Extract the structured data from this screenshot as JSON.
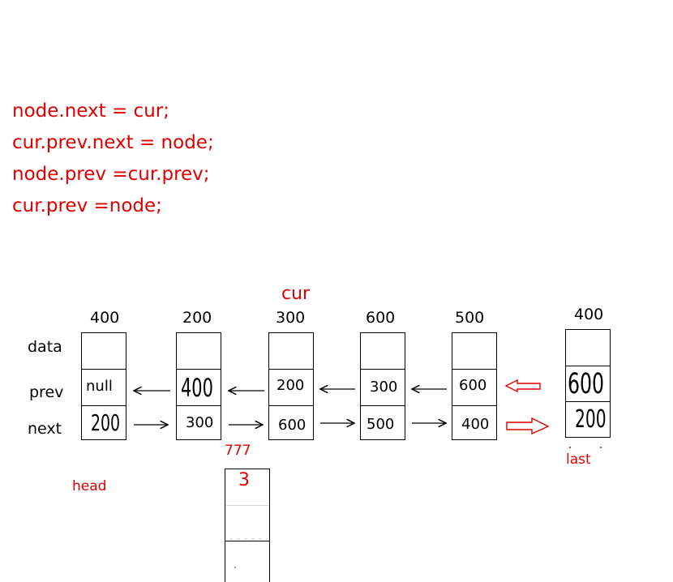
{
  "code_lines": [
    "node.next = cur;",
    "cur.prev.next = node;",
    "node.prev =cur.prev;",
    "cur.prev =node;"
  ],
  "row_labels": {
    "data": "data",
    "prev": "prev",
    "next": "next"
  },
  "labels": {
    "cur": "cur",
    "head": "head",
    "last": "last"
  },
  "nodes": [
    {
      "addr": "400",
      "data": "",
      "prev": "null",
      "next": "200"
    },
    {
      "addr": "200",
      "data": "",
      "prev": "400",
      "next": "300"
    },
    {
      "addr": "300",
      "data": "",
      "prev": "200",
      "next": "600"
    },
    {
      "addr": "600",
      "data": "",
      "prev": "300",
      "next": "500"
    },
    {
      "addr": "500",
      "data": "",
      "prev": "600",
      "next": "400"
    },
    {
      "addr": "400",
      "data": "",
      "prev": "600",
      "next": "200"
    }
  ],
  "new_node": {
    "addr": "777",
    "data": "3",
    "prev": "",
    "next": ""
  },
  "colors": {
    "code": "#e00000",
    "arrow_outline": "#e00000",
    "stroke": "#000000"
  }
}
